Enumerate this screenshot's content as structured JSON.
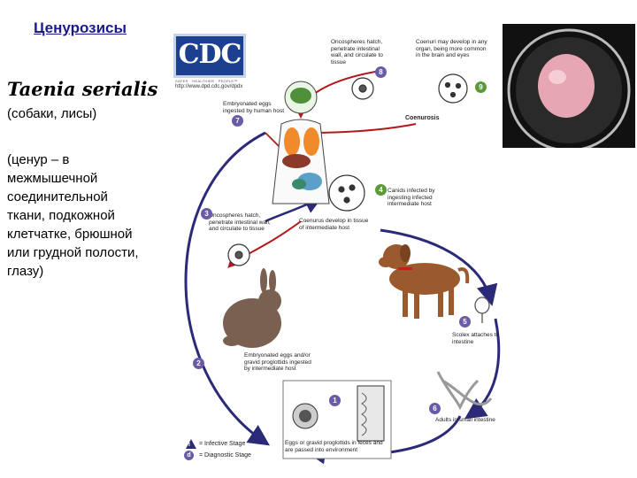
{
  "slide": {
    "title": "Ценурозисы",
    "species": "Taenia serialis",
    "hosts": "(собаки, лисы)",
    "description": "(ценур – в\nмежмышечной\nсоединительной\nткани, подкожной\nклетчатке, брюшной\nили грудной полости,\nглазу)"
  },
  "cdc": {
    "logo_text": "CDC",
    "tagline": "SAFER · HEALTHIER · PEOPLE™",
    "url": "http://www.dpd.cdc.gov/dpdx"
  },
  "diagram": {
    "stages": {
      "s1": "Embryonated eggs ingested by human host",
      "s2": "Embryonated eggs and/or gravid proglottids ingested by intermediate host",
      "s3": "Oncospheres hatch, penetrate intestinal wall, and circulate to tissue",
      "s4": "Coenurus develop in tissue of intermediate host",
      "s5": "Canids infected by ingesting infected intermediate host",
      "s6": "Scolex attaches to intestine",
      "s7": "Adults in small intestine",
      "s8": "Eggs or gravid proglottids in feces and are passed into environment",
      "s9": "Oncospheres hatch, penetrate intestinal wall, and circulate to tissue",
      "s10": "Coenuri may develop in any organ, being more common in the brain and eyes",
      "coenurosis": "Coenurosis"
    },
    "badges": [
      "1",
      "2",
      "3",
      "4",
      "5",
      "6",
      "7",
      "8",
      "9"
    ],
    "legend": {
      "infective_num": "i",
      "infective": "= Infective Stage",
      "diagnostic_num": "d",
      "diagnostic": "= Diagnostic Stage"
    }
  },
  "colors": {
    "title": "#1a1a8c",
    "cdc_blue": "#1d3f8f",
    "cycle_arrow": "#2a2a78",
    "human_arrow": "#b2191d",
    "badge_purple": "#6a5aa8",
    "badge_green": "#5b9a3a",
    "dog": "#9b5a2e",
    "rabbit": "#7a6050"
  }
}
